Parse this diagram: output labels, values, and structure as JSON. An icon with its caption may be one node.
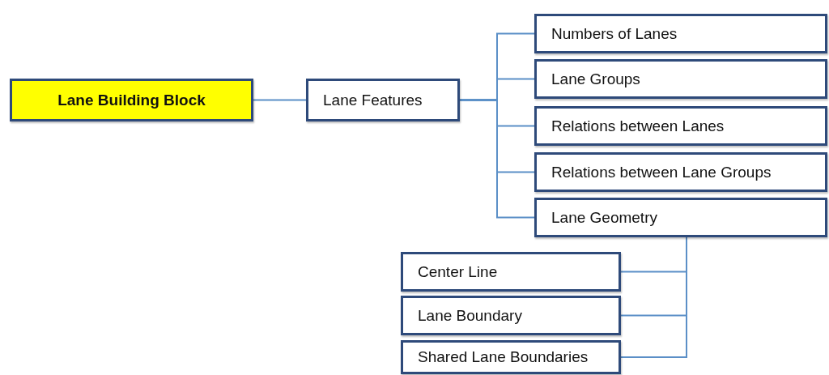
{
  "diagram": {
    "nodes": [
      {
        "text": [
          "Lane Building Block"
        ]
      },
      {
        "text": [
          "Lane Features"
        ]
      },
      {
        "text": [
          "Numbers of Lanes"
        ]
      },
      {
        "text": [
          "Lane Groups"
        ]
      },
      {
        "text": [
          "Relations between Lanes"
        ]
      },
      {
        "text": [
          "Relations between Lane Groups"
        ]
      },
      {
        "text": [
          "Lane Geometry"
        ]
      },
      {
        "text": [
          "Center Line"
        ]
      },
      {
        "text": [
          "Lane Boundary"
        ]
      },
      {
        "text": [
          "Shared Lane Boundaries"
        ]
      }
    ],
    "edges": [
      {
        "from": 0,
        "to": 1,
        "arrow": "none"
      },
      {
        "from": 1,
        "to": 2,
        "arrow": "none"
      },
      {
        "from": 1,
        "to": 3,
        "arrow": "none"
      },
      {
        "from": 1,
        "to": 4,
        "arrow": "none"
      },
      {
        "from": 1,
        "to": 5,
        "arrow": "none"
      },
      {
        "from": 1,
        "to": 6,
        "arrow": "none"
      },
      {
        "from": 6,
        "to": 7,
        "arrow": "none"
      },
      {
        "from": 6,
        "to": 8,
        "arrow": "none"
      },
      {
        "from": 6,
        "to": 9,
        "arrow": "none"
      }
    ]
  }
}
